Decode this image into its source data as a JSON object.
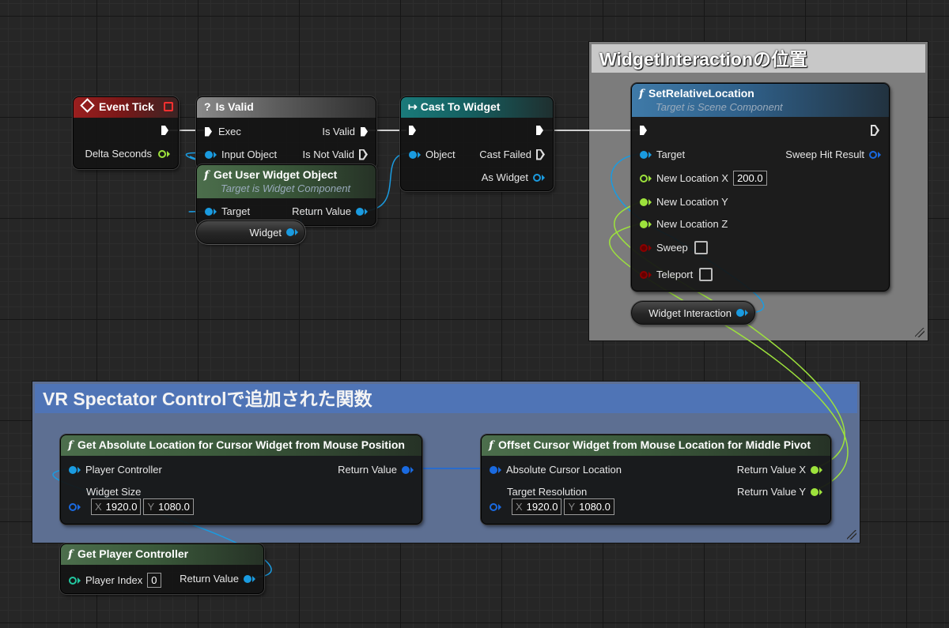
{
  "comments": {
    "widget_interaction": "WidgetInteractionの位置",
    "vr_spectator": "VR Spectator Controlで追加された関数"
  },
  "nodes": {
    "event_tick": {
      "title": "Event Tick",
      "delta_seconds": "Delta Seconds"
    },
    "is_valid": {
      "icon": "?",
      "title": "Is Valid",
      "exec": "Exec",
      "input_object": "Input Object",
      "is_valid_out": "Is Valid",
      "is_not_valid_out": "Is Not Valid"
    },
    "get_user_widget_object": {
      "title": "Get User Widget Object",
      "subtitle": "Target is Widget Component",
      "target": "Target",
      "return_value": "Return Value"
    },
    "widget_var": {
      "label": "Widget"
    },
    "cast_to_widget": {
      "title": "Cast To Widget",
      "object": "Object",
      "cast_failed": "Cast Failed",
      "as_widget": "As Widget"
    },
    "set_relative_location": {
      "title": "SetRelativeLocation",
      "subtitle": "Target is Scene Component",
      "target": "Target",
      "sweep_hit_result": "Sweep Hit Result",
      "new_location_x": "New Location X",
      "new_location_x_value": "200.0",
      "new_location_y": "New Location Y",
      "new_location_z": "New Location Z",
      "sweep": "Sweep",
      "sweep_checked": false,
      "teleport": "Teleport",
      "teleport_checked": false
    },
    "widget_interaction_var": {
      "label": "Widget Interaction"
    },
    "get_absolute_location": {
      "title": "Get Absolute Location for Cursor Widget from Mouse Position",
      "player_controller": "Player Controller",
      "return_value": "Return Value",
      "widget_size": "Widget Size",
      "x_axis": "X",
      "x_value": "1920.0",
      "y_axis": "Y",
      "y_value": "1080.0"
    },
    "offset_cursor_widget": {
      "title": "Offset Cursor Widget from Mouse Location for Middle Pivot",
      "absolute_cursor_location": "Absolute Cursor Location",
      "return_value_x": "Return Value X",
      "target_resolution": "Target Resolution",
      "return_value_y": "Return Value Y",
      "x_axis": "X",
      "x_value": "1920.0",
      "y_axis": "Y",
      "y_value": "1080.0"
    },
    "get_player_controller": {
      "title": "Get Player Controller",
      "player_index": "Player Index",
      "player_index_value": "0",
      "return_value": "Return Value"
    }
  },
  "icons": {
    "function": "f",
    "event": "diamond-icon",
    "cast": "cast-arrow-icon",
    "macro": "question-icon"
  },
  "colors": {
    "exec_wire": "#ffffff",
    "object_pin": "#1a9be0",
    "float_pin": "#9de23c",
    "int_pin": "#22c7a0",
    "bool_pin": "#8a0000",
    "struct_pin": "#1a6ae0",
    "comment_vr_header": "#4f74b6",
    "comment_wi_header": "#c8c8c8"
  }
}
